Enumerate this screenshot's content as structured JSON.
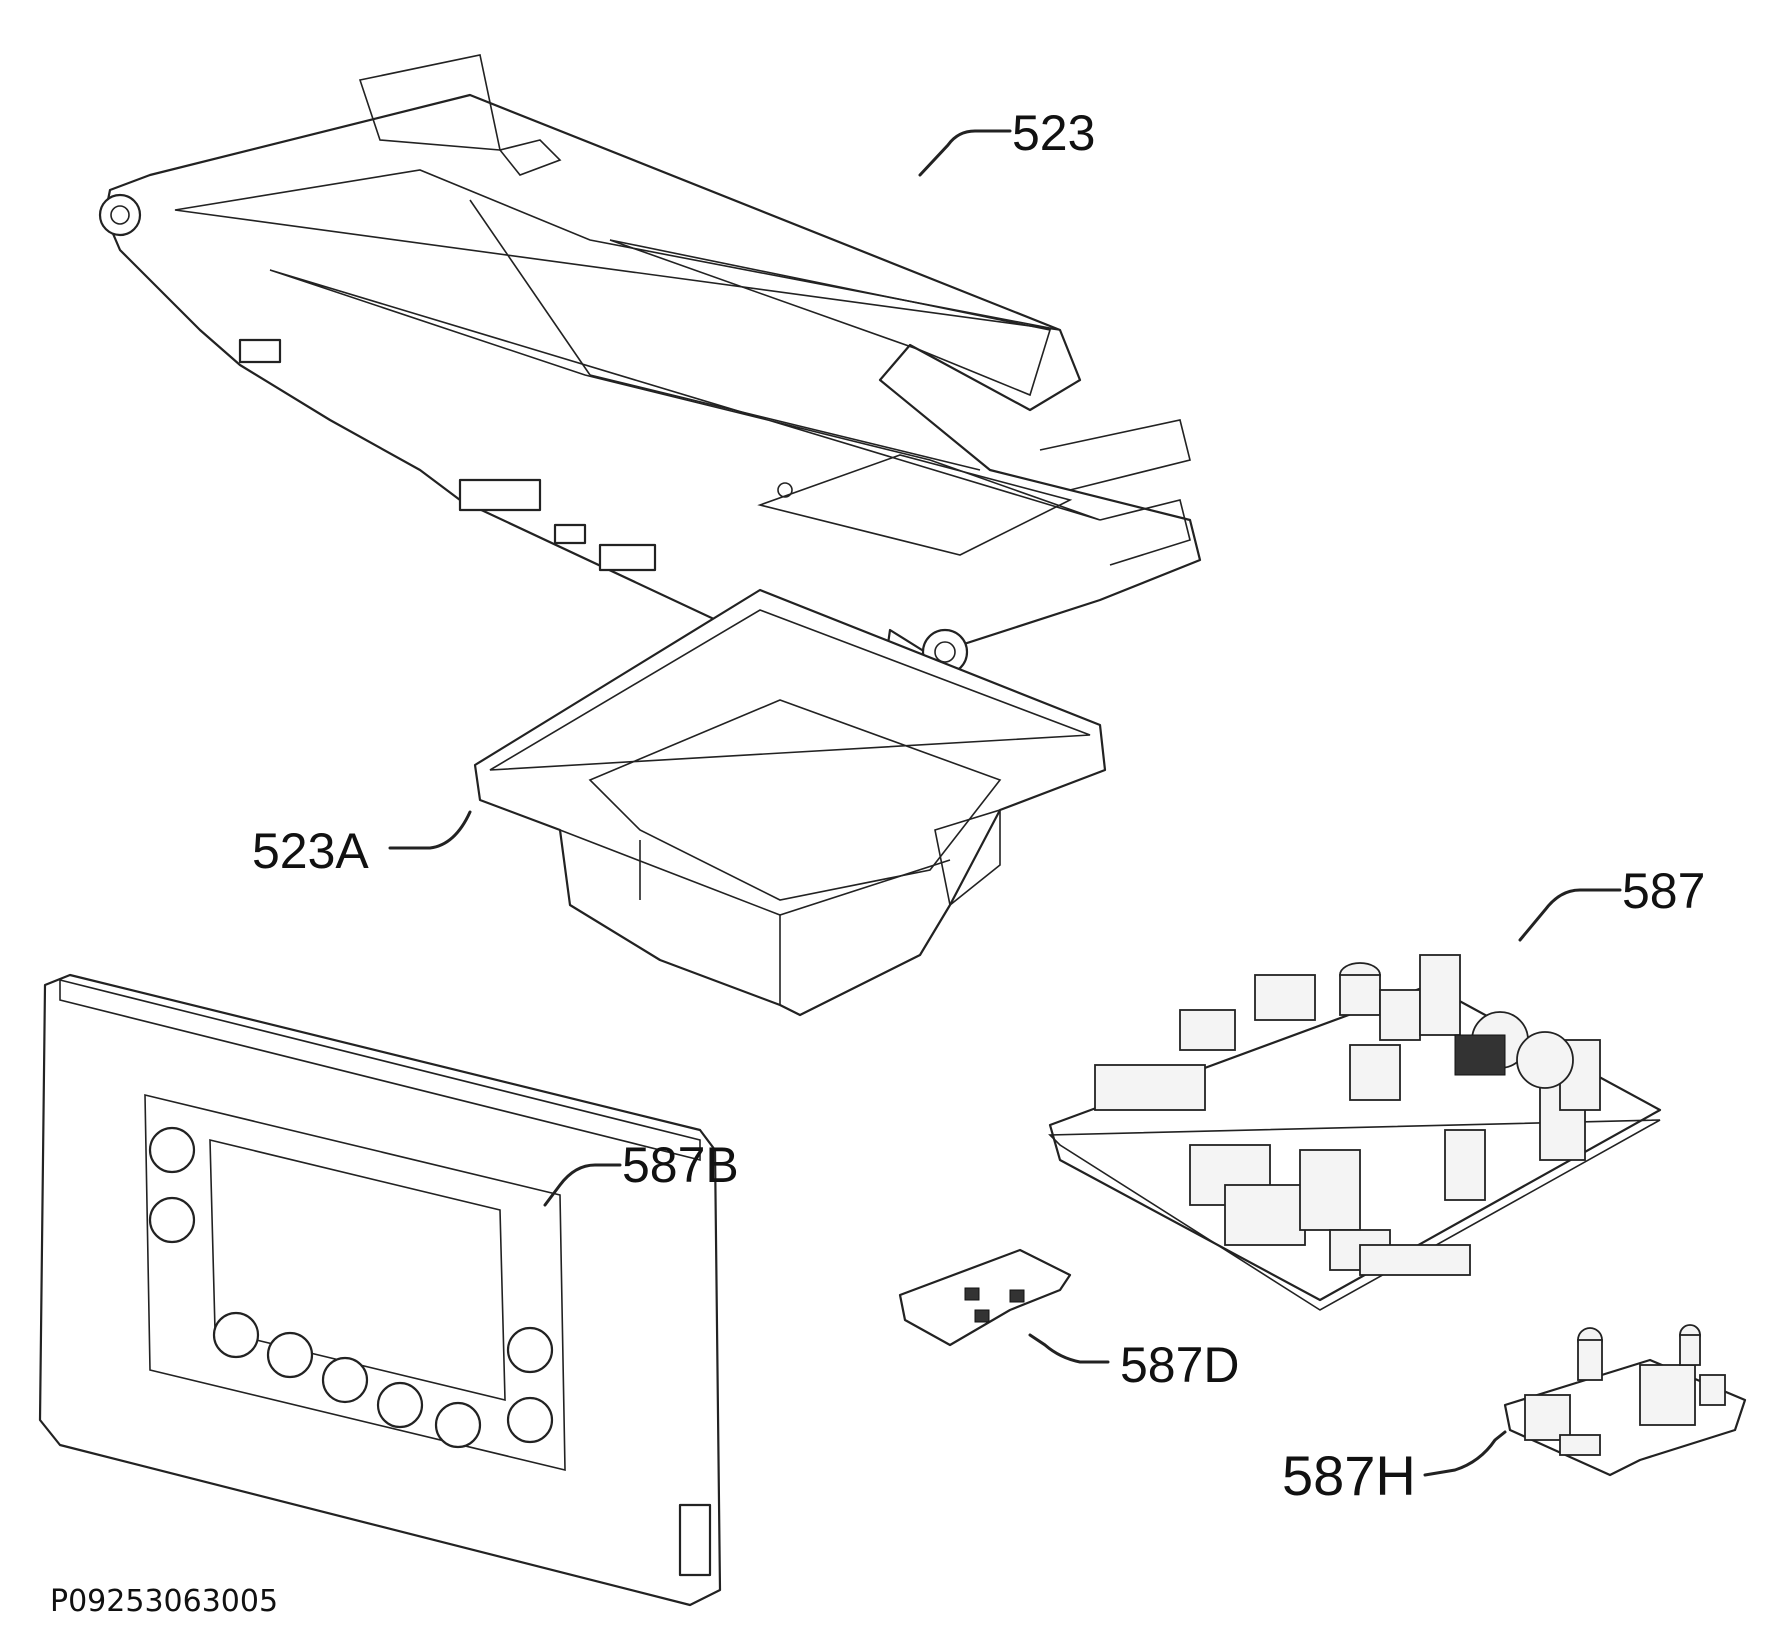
{
  "diagram": {
    "code": "P09253063005",
    "parts": [
      {
        "id": "part-523",
        "label": "523"
      },
      {
        "id": "part-523A",
        "label": "523A"
      },
      {
        "id": "part-587",
        "label": "587"
      },
      {
        "id": "part-587B",
        "label": "587B"
      },
      {
        "id": "part-587D",
        "label": "587D"
      },
      {
        "id": "part-587H",
        "label": "587H"
      }
    ]
  }
}
